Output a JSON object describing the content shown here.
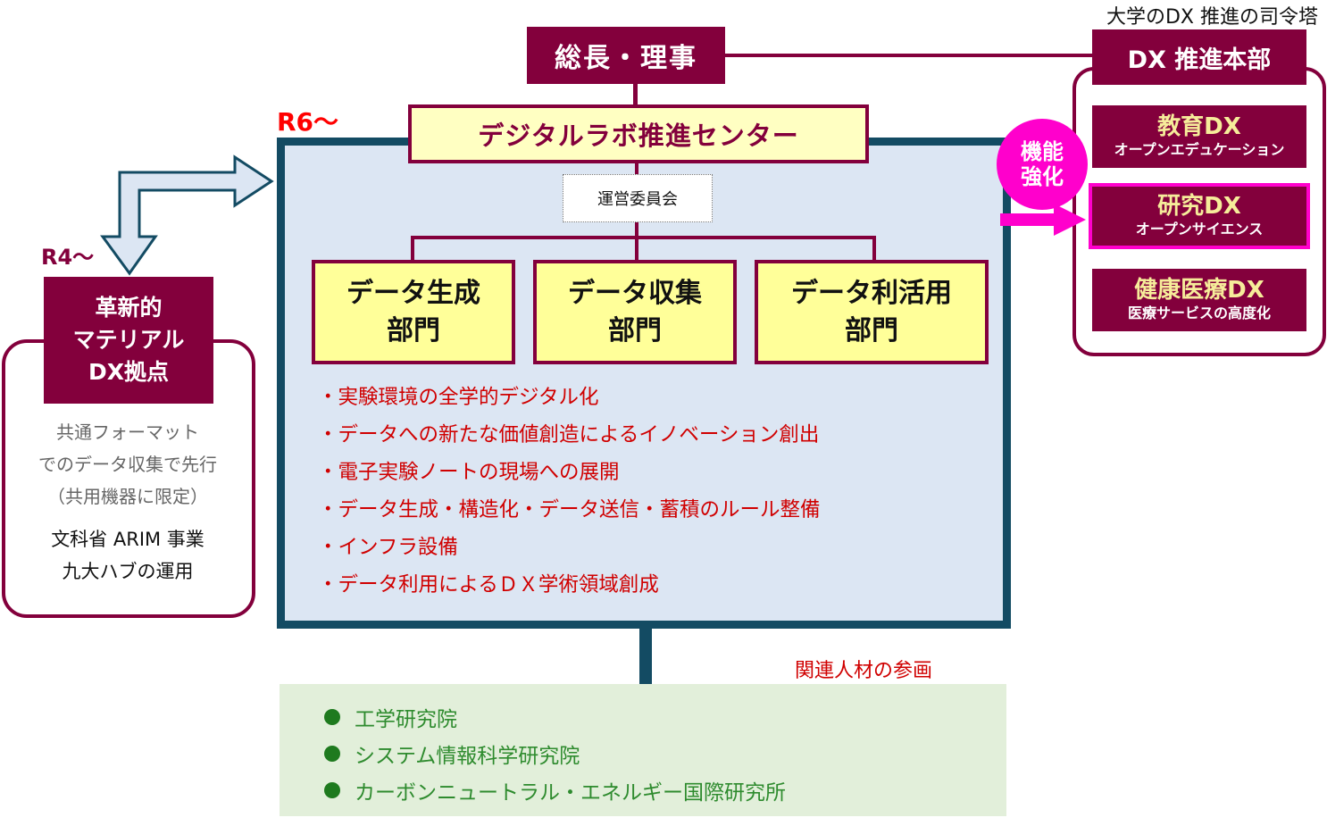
{
  "top": {
    "president_label": "総長・理事",
    "dx_hq_caption": "大学のDX 推進の司令塔",
    "dx_hq_label": "DX 推進本部"
  },
  "dx_units": [
    {
      "title": "教育DX",
      "subtitle": "オープンエデュケーション"
    },
    {
      "title": "研究DX",
      "subtitle": "オープンサイエンス"
    },
    {
      "title": "健康医療DX",
      "subtitle": "医療サービスの高度化"
    }
  ],
  "enhance_badge": {
    "line1": "機能",
    "line2": "強化"
  },
  "center": {
    "since_label": "R6〜",
    "title": "デジタルラボ推進センター",
    "committee": "運営委員会",
    "departments": [
      {
        "line1": "データ生成",
        "line2": "部門"
      },
      {
        "line1": "データ収集",
        "line2": "部門"
      },
      {
        "line1": "データ利活用",
        "line2": "部門"
      }
    ],
    "bullets": [
      "・実験環境の全学的デジタル化",
      "・データへの新たな価値創造によるイノベーション創出",
      "・電子実験ノートの現場への展開",
      "・データ生成・構造化・データ送信・蓄積のルール整備",
      "・インフラ設備",
      "・データ利用によるＤＸ学術領域創成"
    ]
  },
  "left": {
    "since_label": "R4〜",
    "hub_lines": [
      "革新的",
      "マテリアル",
      "DX拠点"
    ],
    "gray_lines": [
      "共通フォーマット",
      "でのデータ収集で先行",
      "（共用機器に限定）"
    ],
    "black_lines": [
      "文科省 ARIM 事業",
      "九大ハブの運用"
    ]
  },
  "bottom": {
    "participation_label": "関連人材の参画",
    "institutes": [
      "工学研究院",
      "システム情報科学研究院",
      "カーボンニュートラル・エネルギー国際研究所"
    ]
  },
  "colors": {
    "maroon": "#83003c",
    "navy": "#134b63",
    "magenta": "#ff00cc",
    "light_blue": "#dce6f3",
    "light_yellow": "#ffffc2",
    "yellow": "#ffff99",
    "light_green": "#e2efda",
    "red_text": "#d00000",
    "green_text": "#2e8b2e"
  }
}
